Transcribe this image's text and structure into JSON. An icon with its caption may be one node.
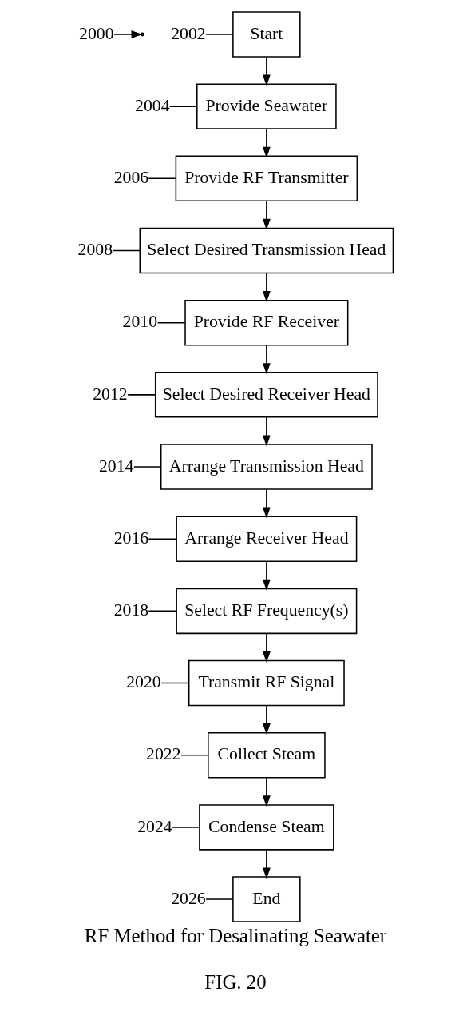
{
  "diagram": {
    "title": "RF Method for Desalinating Seawater",
    "caption": "FIG. 20",
    "nodes": [
      {
        "text": [
          "Start"
        ]
      },
      {
        "text": [
          "Provide Seawater"
        ]
      },
      {
        "text": [
          "Provide RF Transmitter"
        ]
      },
      {
        "text": [
          "Select Desired Transmission Head"
        ]
      },
      {
        "text": [
          "Provide RF Receiver"
        ]
      },
      {
        "text": [
          "Select Desired Receiver Head"
        ]
      },
      {
        "text": [
          "Arrange Transmission Head"
        ]
      },
      {
        "text": [
          "Arrange Receiver Head"
        ]
      },
      {
        "text": [
          "Select RF Frequency(s)"
        ]
      },
      {
        "text": [
          "Transmit RF Signal"
        ]
      },
      {
        "text": [
          "Collect Steam"
        ]
      },
      {
        "text": [
          "Condense Steam"
        ]
      },
      {
        "text": [
          "End"
        ]
      },
      {
        "text": [
          "2002"
        ]
      },
      {
        "text": [
          "2004"
        ]
      },
      {
        "text": [
          "2006"
        ]
      },
      {
        "text": [
          "2008"
        ]
      },
      {
        "text": [
          "2010"
        ]
      },
      {
        "text": [
          "2012"
        ]
      },
      {
        "text": [
          "2014"
        ]
      },
      {
        "text": [
          "2016"
        ]
      },
      {
        "text": [
          "2018"
        ]
      },
      {
        "text": [
          "2020"
        ]
      },
      {
        "text": [
          "2022"
        ]
      },
      {
        "text": [
          "2024"
        ]
      },
      {
        "text": [
          "2026"
        ]
      },
      {
        "text": [
          "2000"
        ]
      }
    ],
    "edges": [
      {
        "from": 0,
        "to": 1,
        "arrow": "to"
      },
      {
        "from": 1,
        "to": 2,
        "arrow": "to"
      },
      {
        "from": 2,
        "to": 3,
        "arrow": "to"
      },
      {
        "from": 3,
        "to": 4,
        "arrow": "to"
      },
      {
        "from": 4,
        "to": 5,
        "arrow": "to"
      },
      {
        "from": 5,
        "to": 6,
        "arrow": "to"
      },
      {
        "from": 6,
        "to": 7,
        "arrow": "to"
      },
      {
        "from": 7,
        "to": 8,
        "arrow": "to"
      },
      {
        "from": 8,
        "to": 9,
        "arrow": "to"
      },
      {
        "from": 9,
        "to": 10,
        "arrow": "to"
      },
      {
        "from": 10,
        "to": 11,
        "arrow": "to"
      },
      {
        "from": 11,
        "to": 12,
        "arrow": "to"
      },
      {
        "from": 13,
        "to": 0,
        "arrow": "none"
      },
      {
        "from": 14,
        "to": 1,
        "arrow": "none"
      },
      {
        "from": 15,
        "to": 2,
        "arrow": "none"
      },
      {
        "from": 16,
        "to": 3,
        "arrow": "none"
      },
      {
        "from": 17,
        "to": 4,
        "arrow": "none"
      },
      {
        "from": 18,
        "to": 5,
        "arrow": "none"
      },
      {
        "from": 19,
        "to": 6,
        "arrow": "none"
      },
      {
        "from": 20,
        "to": 7,
        "arrow": "none"
      },
      {
        "from": 21,
        "to": 8,
        "arrow": "none"
      },
      {
        "from": 22,
        "to": 9,
        "arrow": "none"
      },
      {
        "from": 23,
        "to": 10,
        "arrow": "none"
      },
      {
        "from": 24,
        "to": 11,
        "arrow": "none"
      },
      {
        "from": 25,
        "to": 12,
        "arrow": "none"
      },
      {
        "from": 26,
        "to": null,
        "arrow": "to"
      }
    ]
  }
}
